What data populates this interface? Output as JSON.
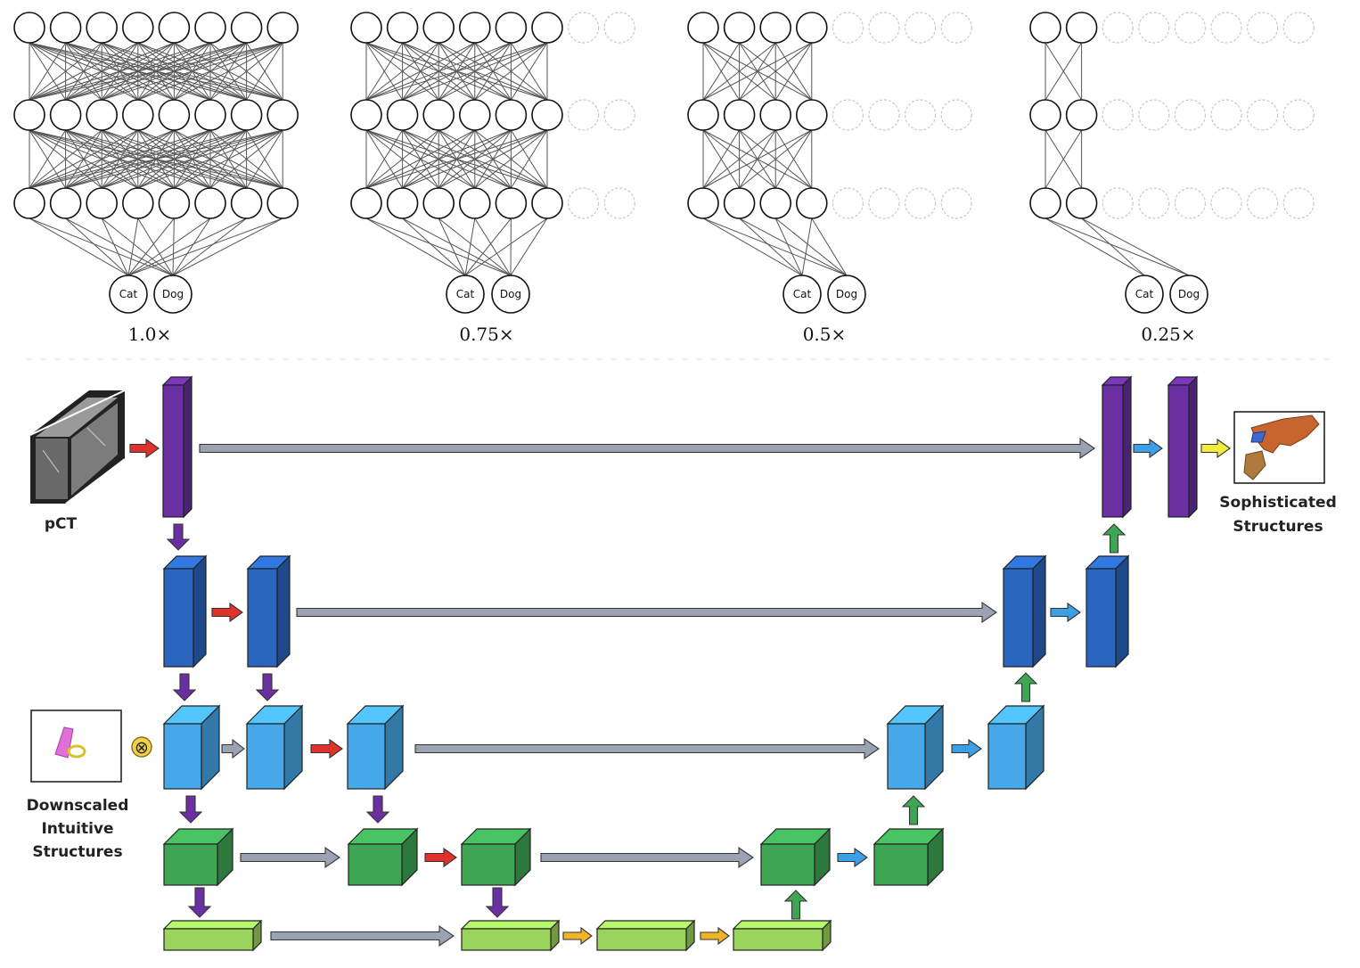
{
  "networks": [
    {
      "label": "1.0×",
      "width_fraction": 1.0,
      "output_labels": [
        "Cat",
        "Dog"
      ]
    },
    {
      "label": "0.75×",
      "width_fraction": 0.75,
      "output_labels": [
        "Cat",
        "Dog"
      ]
    },
    {
      "label": "0.5×",
      "width_fraction": 0.5,
      "output_labels": [
        "Cat",
        "Dog"
      ]
    },
    {
      "label": "0.25×",
      "width_fraction": 0.25,
      "output_labels": [
        "Cat",
        "Dog"
      ]
    }
  ],
  "unet": {
    "input_label": "pCT",
    "side_input_label": [
      "Downscaled",
      "Intuitive",
      "Structures"
    ],
    "output_label": [
      "Sophisticated",
      "Structures"
    ],
    "multiply_symbol": "⊗"
  },
  "colors": {
    "level1": "#6a2fa0",
    "level2": "#2a66c0",
    "level3": "#46a8e8",
    "level4": "#3ea653",
    "level5": "#9bd45c",
    "skip_arrow": "#9ba3b3",
    "down_arrow": "#6a2fa0",
    "conv_arrow": "#e0312b",
    "up_arrow": "#3ea653",
    "blue_arrow": "#3da0e6",
    "yellow_arrow": "#f2ec3a",
    "orange_arrow": "#f0b428"
  }
}
